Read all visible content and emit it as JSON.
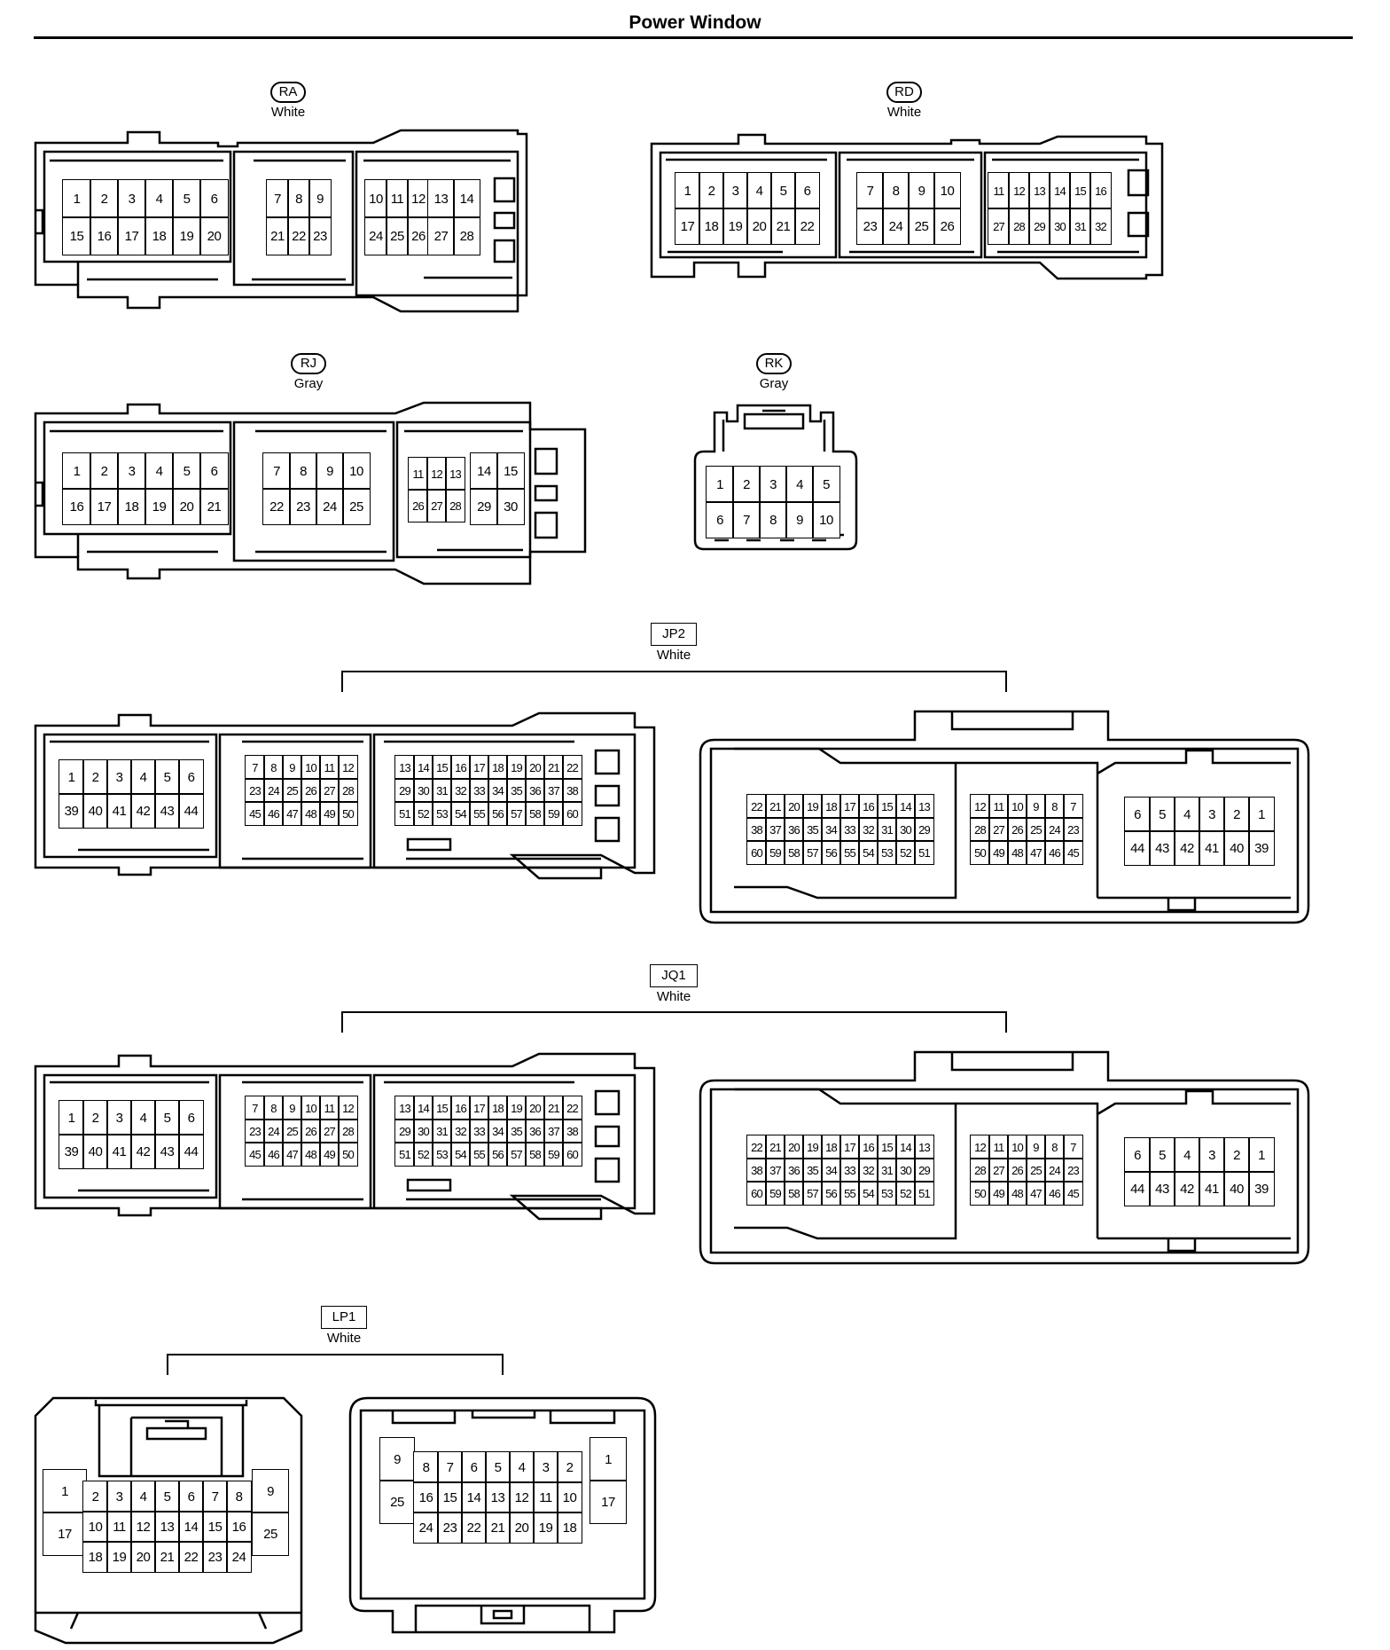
{
  "page_title": "Power Window",
  "connectors": {
    "RA": {
      "code": "RA",
      "color": "White"
    },
    "RD": {
      "code": "RD",
      "color": "White"
    },
    "RJ": {
      "code": "RJ",
      "color": "Gray"
    },
    "RK": {
      "code": "RK",
      "color": "Gray"
    },
    "JP2": {
      "code": "JP2",
      "color": "White"
    },
    "JQ1": {
      "code": "JQ1",
      "color": "White"
    },
    "LP1": {
      "code": "LP1",
      "color": "White"
    }
  },
  "grids": {
    "RA_a": [
      [
        "1",
        "2",
        "3",
        "4",
        "5",
        "6"
      ],
      [
        "15",
        "16",
        "17",
        "18",
        "19",
        "20"
      ]
    ],
    "RA_b": [
      [
        "7",
        "8",
        "9"
      ],
      [
        "21",
        "22",
        "23"
      ]
    ],
    "RA_c": [
      [
        "10",
        "11",
        "12"
      ],
      [
        "24",
        "25",
        "26"
      ]
    ],
    "RA_d": [
      [
        "13",
        "14"
      ],
      [
        "27",
        "28"
      ]
    ],
    "RD_a": [
      [
        "1",
        "2",
        "3",
        "4",
        "5",
        "6"
      ],
      [
        "17",
        "18",
        "19",
        "20",
        "21",
        "22"
      ]
    ],
    "RD_b": [
      [
        "7",
        "8",
        "9",
        "10"
      ],
      [
        "23",
        "24",
        "25",
        "26"
      ]
    ],
    "RD_c": [
      [
        "11",
        "12",
        "13",
        "14",
        "15",
        "16"
      ],
      [
        "27",
        "28",
        "29",
        "30",
        "31",
        "32"
      ]
    ],
    "RJ_a": [
      [
        "1",
        "2",
        "3",
        "4",
        "5",
        "6"
      ],
      [
        "16",
        "17",
        "18",
        "19",
        "20",
        "21"
      ]
    ],
    "RJ_b": [
      [
        "7",
        "8",
        "9",
        "10"
      ],
      [
        "22",
        "23",
        "24",
        "25"
      ]
    ],
    "RJ_c": [
      [
        "11",
        "12",
        "13"
      ],
      [
        "26",
        "27",
        "28"
      ]
    ],
    "RJ_d": [
      [
        "14",
        "15"
      ],
      [
        "29",
        "30"
      ]
    ],
    "RK_a": [
      [
        "1",
        "2",
        "3",
        "4",
        "5"
      ],
      [
        "6",
        "7",
        "8",
        "9",
        "10"
      ]
    ],
    "P_a": [
      [
        "1",
        "2",
        "3",
        "4",
        "5",
        "6"
      ],
      [
        "39",
        "40",
        "41",
        "42",
        "43",
        "44"
      ]
    ],
    "P_b": [
      [
        "7",
        "8",
        "9",
        "10",
        "11",
        "12"
      ],
      [
        "23",
        "24",
        "25",
        "26",
        "27",
        "28"
      ],
      [
        "45",
        "46",
        "47",
        "48",
        "49",
        "50"
      ]
    ],
    "P_c": [
      [
        "13",
        "14",
        "15",
        "16",
        "17",
        "18",
        "19",
        "20",
        "21",
        "22"
      ],
      [
        "29",
        "30",
        "31",
        "32",
        "33",
        "34",
        "35",
        "36",
        "37",
        "38"
      ],
      [
        "51",
        "52",
        "53",
        "54",
        "55",
        "56",
        "57",
        "58",
        "59",
        "60"
      ]
    ],
    "F_a": [
      [
        "22",
        "21",
        "20",
        "19",
        "18",
        "17",
        "16",
        "15",
        "14",
        "13"
      ],
      [
        "38",
        "37",
        "36",
        "35",
        "34",
        "33",
        "32",
        "31",
        "30",
        "29"
      ],
      [
        "60",
        "59",
        "58",
        "57",
        "56",
        "55",
        "54",
        "53",
        "52",
        "51"
      ]
    ],
    "F_b": [
      [
        "12",
        "11",
        "10",
        "9",
        "8",
        "7"
      ],
      [
        "28",
        "27",
        "26",
        "25",
        "24",
        "23"
      ],
      [
        "50",
        "49",
        "48",
        "47",
        "46",
        "45"
      ]
    ],
    "F_c": [
      [
        "6",
        "5",
        "4",
        "3",
        "2",
        "1"
      ],
      [
        "44",
        "43",
        "42",
        "41",
        "40",
        "39"
      ]
    ],
    "LP1_male_left": [
      [
        "1"
      ],
      [
        "17"
      ]
    ],
    "LP1_male_mid": [
      [
        "2",
        "3",
        "4",
        "5",
        "6",
        "7",
        "8"
      ],
      [
        "10",
        "11",
        "12",
        "13",
        "14",
        "15",
        "16"
      ],
      [
        "18",
        "19",
        "20",
        "21",
        "22",
        "23",
        "24"
      ]
    ],
    "LP1_male_right": [
      [
        "9"
      ],
      [
        "25"
      ]
    ],
    "LP1_fem_left": [
      [
        "9"
      ],
      [
        "25"
      ]
    ],
    "LP1_fem_mid": [
      [
        "8",
        "7",
        "6",
        "5",
        "4",
        "3",
        "2"
      ],
      [
        "16",
        "15",
        "14",
        "13",
        "12",
        "11",
        "10"
      ],
      [
        "24",
        "23",
        "22",
        "21",
        "20",
        "19",
        "18"
      ]
    ],
    "LP1_fem_right": [
      [
        "1"
      ],
      [
        "17"
      ]
    ]
  }
}
